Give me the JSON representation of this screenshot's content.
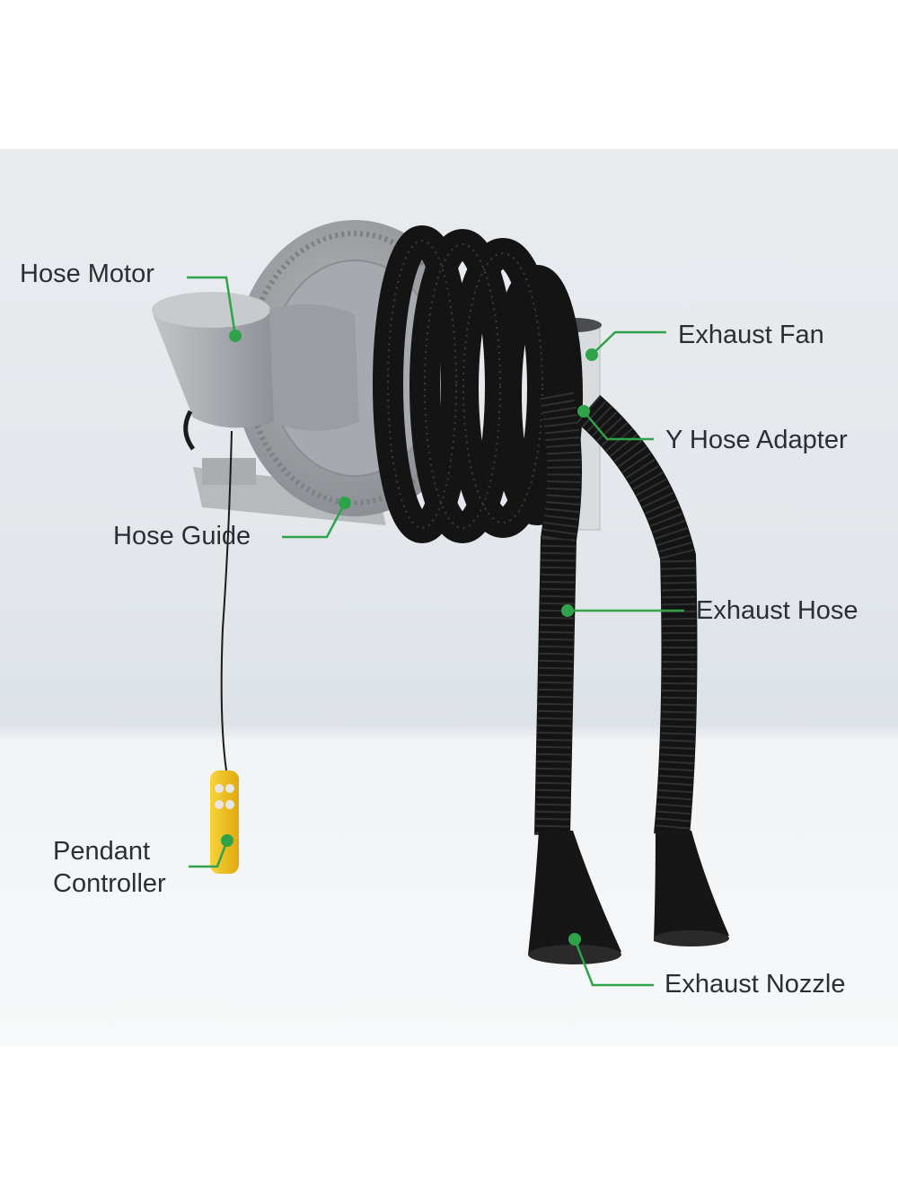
{
  "colors": {
    "leader": "#2fa34a",
    "label_text": "#2b2f33",
    "hose": "#141414",
    "reel_gray": "#9da1a5",
    "controller_yellow": "#f2c21b"
  },
  "labels": {
    "hose_motor": "Hose Motor",
    "exhaust_fan": "Exhaust Fan",
    "y_hose_adapter": "Y Hose Adapter",
    "hose_guide": "Hose Guide",
    "exhaust_hose": "Exhaust Hose",
    "pendant_controller_line1": "Pendant",
    "pendant_controller_line2": "Controller",
    "exhaust_nozzle": "Exhaust Nozzle"
  }
}
